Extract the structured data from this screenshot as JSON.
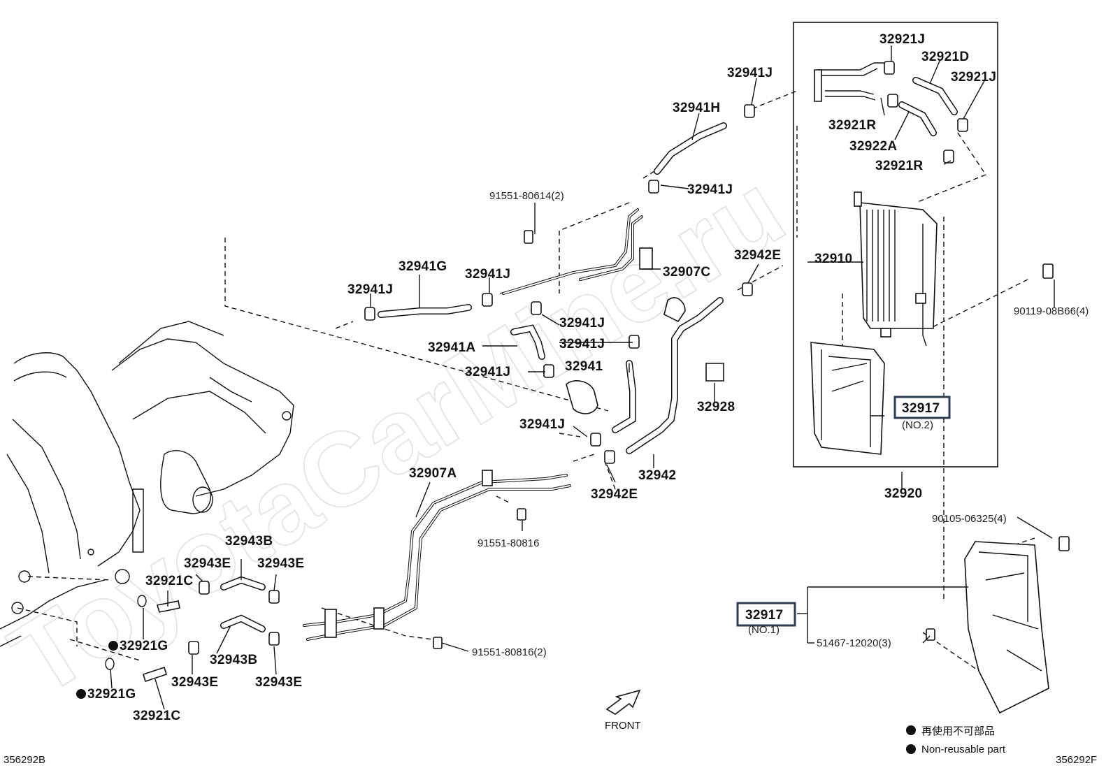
{
  "watermark": "ToyotaCarMine.ru",
  "labels": {
    "p32921J_a": "32921J",
    "p32921D": "32921D",
    "p32921J_b": "32921J",
    "p32921R_a": "32921R",
    "p32922A": "32922A",
    "p32921R_b": "32921R",
    "p32941J_top": "32941J",
    "p32941H": "32941H",
    "p32941J_2": "32941J",
    "p91551_80614": "91551-80614(2)",
    "p32942E_top": "32942E",
    "p32907C": "32907C",
    "p32941G": "32941G",
    "p32941J_3": "32941J",
    "p32941J_4": "32941J",
    "p32941J_5": "32941J",
    "p32941A": "32941A",
    "p32941J_6": "32941J",
    "p32941": "32941",
    "p32941J_7": "32941J",
    "p32941J_8": "32941J",
    "p32928": "32928",
    "p32910": "32910",
    "p90119": "90119-08B66(4)",
    "p32917_no2": "32917",
    "p32917_no2_sub": "(NO.2)",
    "p32920": "32920",
    "p32942": "32942",
    "p32942E_bot": "32942E",
    "p32907A": "32907A",
    "p91551_80816": "91551-80816",
    "p90105": "90105-06325(4)",
    "p32943B_top": "32943B",
    "p32943E_a": "32943E",
    "p32943E_b": "32943E",
    "p32921C_top": "32921C",
    "p32921G_a": "32921G",
    "p32921G_b": "32921G",
    "p32943B_bot": "32943B",
    "p32943E_c": "32943E",
    "p32943E_d": "32943E",
    "p32921C_bot": "32921C",
    "p91551_80816_2": "91551-80816(2)",
    "p32917_no1": "32917",
    "p32917_no1_sub": "(NO.1)",
    "p51467": "51467-12020(3)"
  },
  "front_label": "FRONT",
  "legend": {
    "jp": "再使用不可部品",
    "en": "Non-reusable part"
  },
  "footer": {
    "left": "356292B",
    "right": "356292F"
  }
}
